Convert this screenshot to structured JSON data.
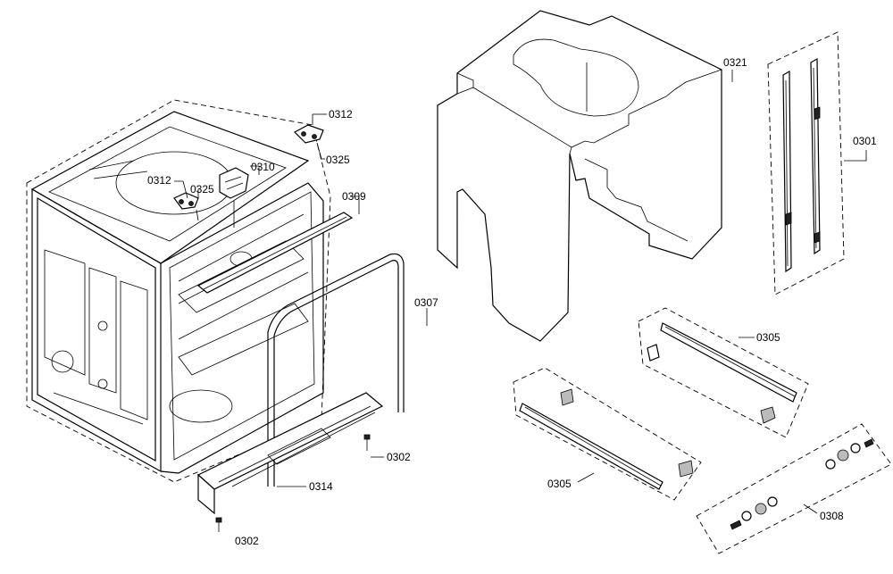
{
  "diagram": {
    "labels": {
      "l0312a": "0312",
      "l0325a": "0325",
      "l0312b": "0312",
      "l0325b": "0325",
      "l0310": "0310",
      "l0309": "0309",
      "l0307": "0307",
      "l0321": "0321",
      "l0301": "0301",
      "l0305a": "0305",
      "l0305b": "0305",
      "l0308": "0308",
      "l0302a": "0302",
      "l0302b": "0302",
      "l0314": "0314"
    }
  }
}
